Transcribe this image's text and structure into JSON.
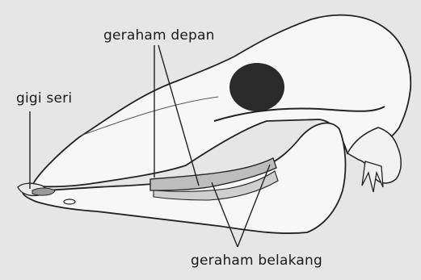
{
  "labels": {
    "incisor": "gigi seri",
    "premolar": "geraham depan",
    "molar": "geraham belakang"
  },
  "colors": {
    "background": "#e6e6e6",
    "bone_fill": "#f7f7f7",
    "outline": "#222222",
    "orbit": "#2a2a2a",
    "teeth": "#bdbdbd"
  }
}
